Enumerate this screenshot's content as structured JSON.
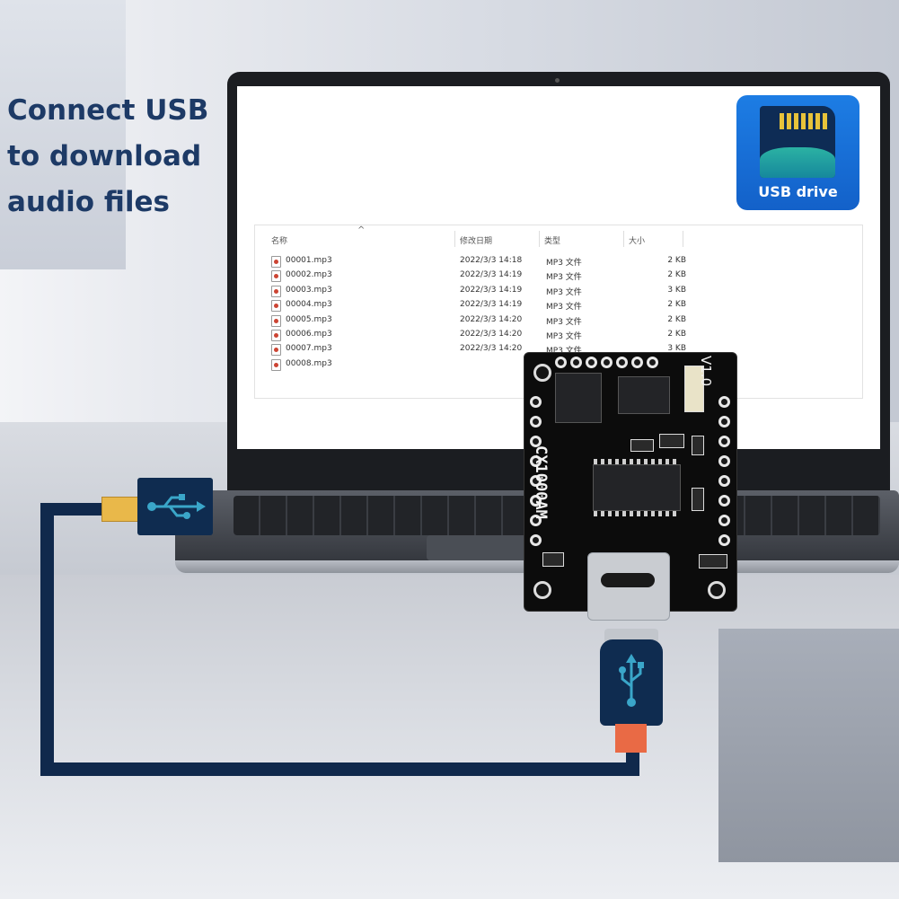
{
  "headline": "Connect USB\nto download\naudio files",
  "usb_tile": {
    "label": "USB drive",
    "icon": "sd-card-icon"
  },
  "explorer": {
    "columns": [
      "名称",
      "修改日期",
      "类型",
      "大小"
    ],
    "files": [
      {
        "name": "00001.mp3",
        "date": "2022/3/3 14:18",
        "type": "MP3 文件",
        "size": "2 KB"
      },
      {
        "name": "00002.mp3",
        "date": "2022/3/3 14:19",
        "type": "MP3 文件",
        "size": "2 KB"
      },
      {
        "name": "00003.mp3",
        "date": "2022/3/3 14:19",
        "type": "MP3 文件",
        "size": "3 KB"
      },
      {
        "name": "00004.mp3",
        "date": "2022/3/3 14:19",
        "type": "MP3 文件",
        "size": "2 KB"
      },
      {
        "name": "00005.mp3",
        "date": "2022/3/3 14:20",
        "type": "MP3 文件",
        "size": "2 KB"
      },
      {
        "name": "00006.mp3",
        "date": "2022/3/3 14:20",
        "type": "MP3 文件",
        "size": "2 KB"
      },
      {
        "name": "00007.mp3",
        "date": "2022/3/3 14:20",
        "type": "MP3 文件",
        "size": "3 KB"
      },
      {
        "name": "00008.mp3",
        "date": "",
        "type": "",
        "size": ""
      }
    ]
  },
  "board": {
    "model": "CX1000AM",
    "version": "V1.0"
  },
  "colors": {
    "headline": "#1d3a66",
    "tile": "#1771d8",
    "cable": "#10294c",
    "board": "#0c0c0c"
  }
}
